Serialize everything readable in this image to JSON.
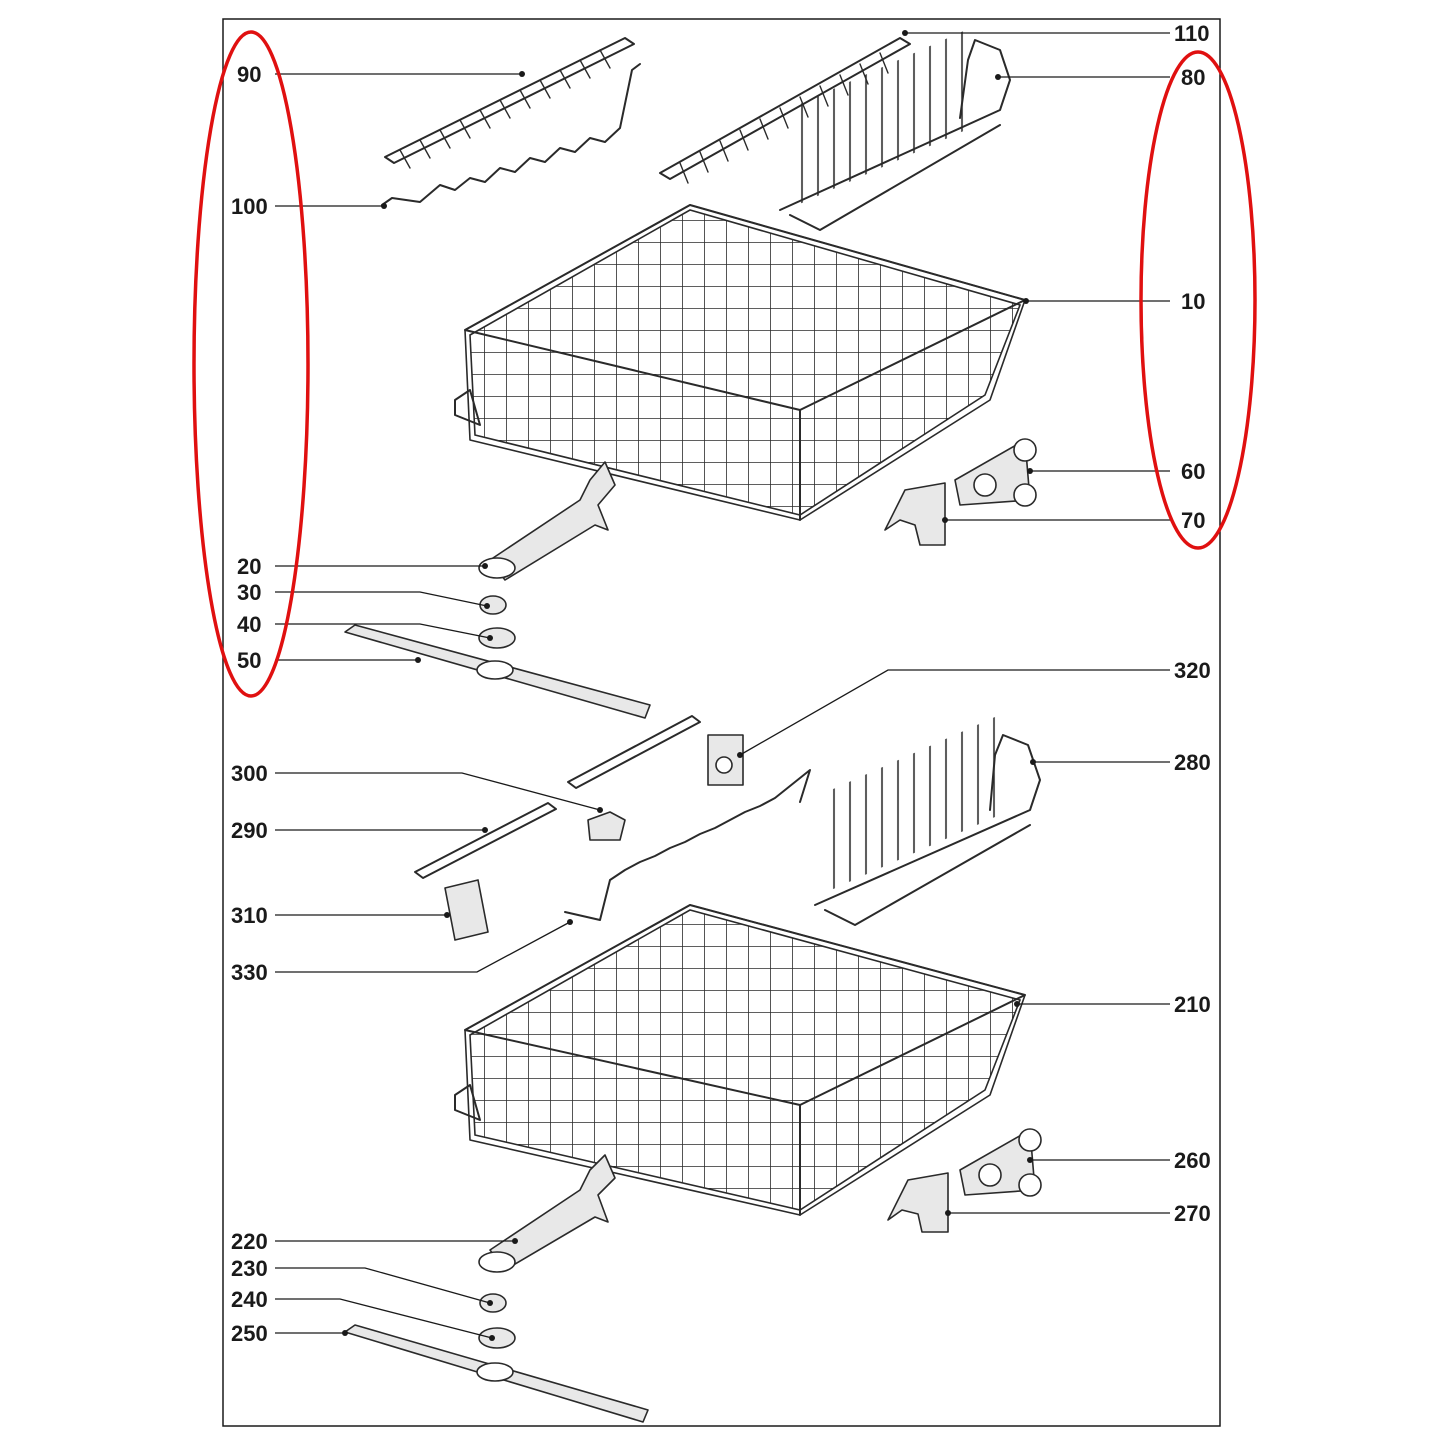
{
  "labels": {
    "p90": "90",
    "p100": "100",
    "p110": "110",
    "p80": "80",
    "p10": "10",
    "p60": "60",
    "p70": "70",
    "p20": "20",
    "p30": "30",
    "p40": "40",
    "p50": "50",
    "p320": "320",
    "p280": "280",
    "p300": "300",
    "p290": "290",
    "p310": "310",
    "p330": "330",
    "p210": "210",
    "p260": "260",
    "p270": "270",
    "p220": "220",
    "p230": "230",
    "p240": "240",
    "p250": "250"
  },
  "colors": {
    "line": "#1a1a1a",
    "highlight": "#e01010",
    "background": "#ffffff"
  }
}
